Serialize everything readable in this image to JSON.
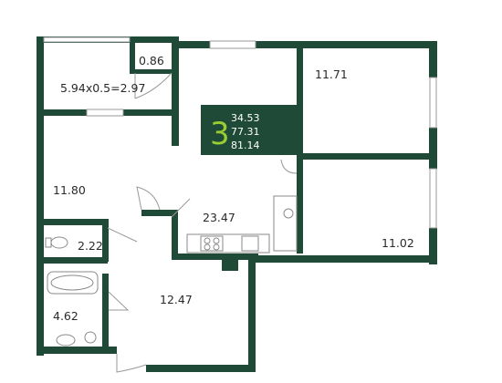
{
  "plan": {
    "colors": {
      "wall": "#1f4a38",
      "badge_bg": "#1f4a38",
      "badge_accent": "#9acd32",
      "fixture": "#8a8a8a"
    },
    "badge": {
      "rooms": "3",
      "living_area": "34.53",
      "total_area": "77.31",
      "gross_area": "81.14"
    },
    "rooms": {
      "balcony_small": "0.86",
      "loggia": "5.94x0.5=2.97",
      "bedroom_top_right": "11.71",
      "bedroom_left": "11.80",
      "living_kitchen": "23.47",
      "wc": "2.22",
      "bedroom_bottom_right": "11.02",
      "hall": "12.47",
      "bathroom": "4.62"
    }
  }
}
